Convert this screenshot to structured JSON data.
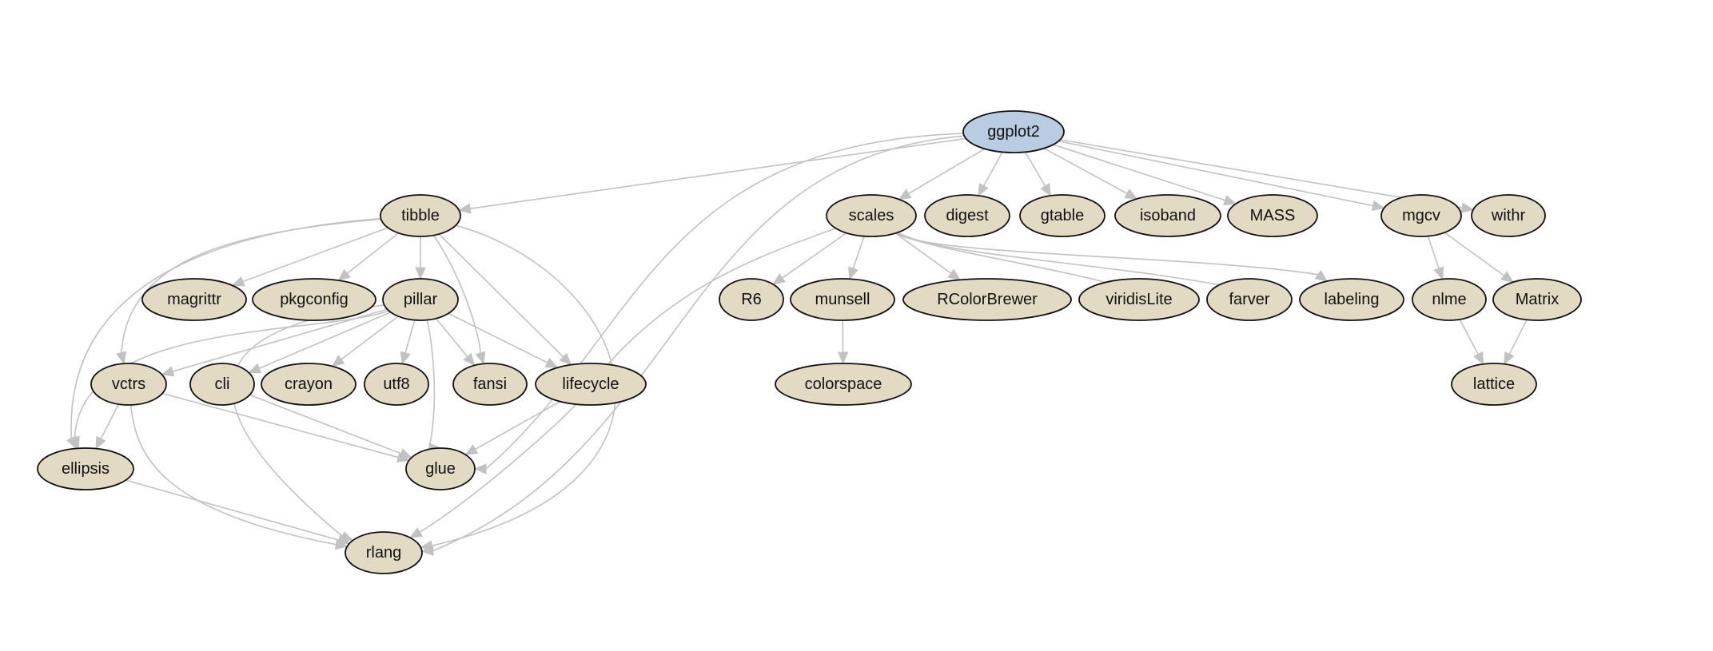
{
  "colors": {
    "root_fill": "#b9cce1",
    "node_fill": "#e3dac4",
    "edge": "#c2c2c2",
    "outline": "#111111"
  },
  "graph": {
    "root": "ggplot2",
    "nodes": [
      {
        "id": "ggplot2",
        "label": "ggplot2",
        "root": true
      },
      {
        "id": "tibble",
        "label": "tibble"
      },
      {
        "id": "scales",
        "label": "scales"
      },
      {
        "id": "digest",
        "label": "digest"
      },
      {
        "id": "gtable",
        "label": "gtable"
      },
      {
        "id": "isoband",
        "label": "isoband"
      },
      {
        "id": "MASS",
        "label": "MASS"
      },
      {
        "id": "mgcv",
        "label": "mgcv"
      },
      {
        "id": "withr",
        "label": "withr"
      },
      {
        "id": "magrittr",
        "label": "magrittr"
      },
      {
        "id": "pkgconfig",
        "label": "pkgconfig"
      },
      {
        "id": "pillar",
        "label": "pillar"
      },
      {
        "id": "R6",
        "label": "R6"
      },
      {
        "id": "munsell",
        "label": "munsell"
      },
      {
        "id": "RColorBrewer",
        "label": "RColorBrewer"
      },
      {
        "id": "viridisLite",
        "label": "viridisLite"
      },
      {
        "id": "farver",
        "label": "farver"
      },
      {
        "id": "labeling",
        "label": "labeling"
      },
      {
        "id": "nlme",
        "label": "nlme"
      },
      {
        "id": "Matrix",
        "label": "Matrix"
      },
      {
        "id": "vctrs",
        "label": "vctrs"
      },
      {
        "id": "cli",
        "label": "cli"
      },
      {
        "id": "crayon",
        "label": "crayon"
      },
      {
        "id": "utf8",
        "label": "utf8"
      },
      {
        "id": "fansi",
        "label": "fansi"
      },
      {
        "id": "lifecycle",
        "label": "lifecycle"
      },
      {
        "id": "colorspace",
        "label": "colorspace"
      },
      {
        "id": "lattice",
        "label": "lattice"
      },
      {
        "id": "ellipsis",
        "label": "ellipsis"
      },
      {
        "id": "glue",
        "label": "glue"
      },
      {
        "id": "rlang",
        "label": "rlang"
      }
    ],
    "edges": [
      [
        "ggplot2",
        "tibble"
      ],
      [
        "ggplot2",
        "scales"
      ],
      [
        "ggplot2",
        "digest"
      ],
      [
        "ggplot2",
        "gtable"
      ],
      [
        "ggplot2",
        "isoband"
      ],
      [
        "ggplot2",
        "MASS"
      ],
      [
        "ggplot2",
        "mgcv"
      ],
      [
        "ggplot2",
        "withr"
      ],
      [
        "ggplot2",
        "glue"
      ],
      [
        "ggplot2",
        "rlang"
      ],
      [
        "tibble",
        "magrittr"
      ],
      [
        "tibble",
        "pkgconfig"
      ],
      [
        "tibble",
        "pillar"
      ],
      [
        "tibble",
        "vctrs"
      ],
      [
        "tibble",
        "ellipsis"
      ],
      [
        "tibble",
        "fansi"
      ],
      [
        "tibble",
        "lifecycle"
      ],
      [
        "tibble",
        "rlang"
      ],
      [
        "pillar",
        "vctrs"
      ],
      [
        "pillar",
        "cli"
      ],
      [
        "pillar",
        "crayon"
      ],
      [
        "pillar",
        "utf8"
      ],
      [
        "pillar",
        "fansi"
      ],
      [
        "pillar",
        "lifecycle"
      ],
      [
        "pillar",
        "glue"
      ],
      [
        "pillar",
        "ellipsis"
      ],
      [
        "pillar",
        "rlang"
      ],
      [
        "scales",
        "R6"
      ],
      [
        "scales",
        "munsell"
      ],
      [
        "scales",
        "RColorBrewer"
      ],
      [
        "scales",
        "viridisLite"
      ],
      [
        "scales",
        "farver"
      ],
      [
        "scales",
        "labeling"
      ],
      [
        "scales",
        "lifecycle"
      ],
      [
        "munsell",
        "colorspace"
      ],
      [
        "mgcv",
        "nlme"
      ],
      [
        "mgcv",
        "Matrix"
      ],
      [
        "nlme",
        "lattice"
      ],
      [
        "Matrix",
        "lattice"
      ],
      [
        "vctrs",
        "ellipsis"
      ],
      [
        "vctrs",
        "glue"
      ],
      [
        "vctrs",
        "rlang"
      ],
      [
        "cli",
        "glue"
      ],
      [
        "lifecycle",
        "glue"
      ],
      [
        "lifecycle",
        "rlang"
      ],
      [
        "ellipsis",
        "rlang"
      ]
    ]
  }
}
